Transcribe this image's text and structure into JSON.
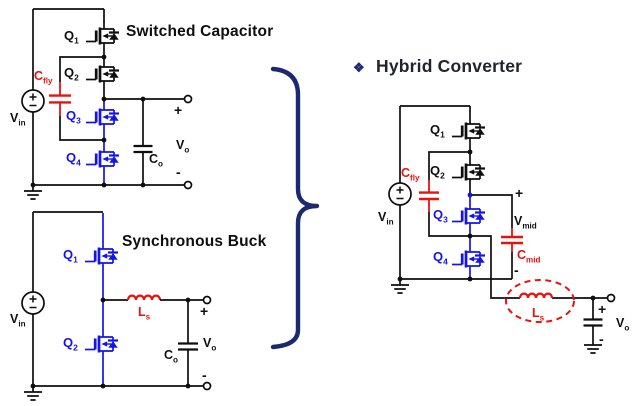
{
  "colors": {
    "red": "#e8120e",
    "blue": "#1414e8",
    "navy": "#1b2a70",
    "ink": "#0e0e0e"
  },
  "circuits": {
    "switched_capacitor": {
      "title": "Switched Capacitor",
      "labels": {
        "q1": {
          "main": "Q",
          "sub": "1"
        },
        "q2": {
          "main": "Q",
          "sub": "2"
        },
        "q3": {
          "main": "Q",
          "sub": "3"
        },
        "q4": {
          "main": "Q",
          "sub": "4"
        },
        "cfly": {
          "main": "C",
          "sub": "fly"
        },
        "vin": {
          "main": "V",
          "sub": "in"
        },
        "co": {
          "main": "C",
          "sub": "o"
        },
        "vo": {
          "main": "V",
          "sub": "o"
        },
        "out_plus": "+",
        "out_minus": "-"
      }
    },
    "synchronous_buck": {
      "title": "Synchronous Buck",
      "labels": {
        "q1": {
          "main": "Q",
          "sub": "1"
        },
        "q2": {
          "main": "Q",
          "sub": "2"
        },
        "ls": {
          "main": "L",
          "sub": "s"
        },
        "vin": {
          "main": "V",
          "sub": "in"
        },
        "co": {
          "main": "C",
          "sub": "o"
        },
        "vo": {
          "main": "V",
          "sub": "o"
        },
        "out_plus": "+",
        "out_minus": "-"
      }
    },
    "hybrid": {
      "heading_bullet": "❖",
      "heading": "Hybrid Converter",
      "labels": {
        "q1": {
          "main": "Q",
          "sub": "1"
        },
        "q2": {
          "main": "Q",
          "sub": "2"
        },
        "q3": {
          "main": "Q",
          "sub": "3"
        },
        "q4": {
          "main": "Q",
          "sub": "4"
        },
        "cfly": {
          "main": "C",
          "sub": "fly"
        },
        "vin": {
          "main": "V",
          "sub": "in"
        },
        "vmid": {
          "main": "V",
          "sub": "mid"
        },
        "cmid": {
          "main": "C",
          "sub": "mid"
        },
        "ls": {
          "main": "L",
          "sub": "s"
        },
        "vo": {
          "main": "V",
          "sub": "o"
        },
        "vmid_plus": "+",
        "vmid_minus": "-",
        "out_plus": "+",
        "out_minus": "-"
      }
    }
  }
}
